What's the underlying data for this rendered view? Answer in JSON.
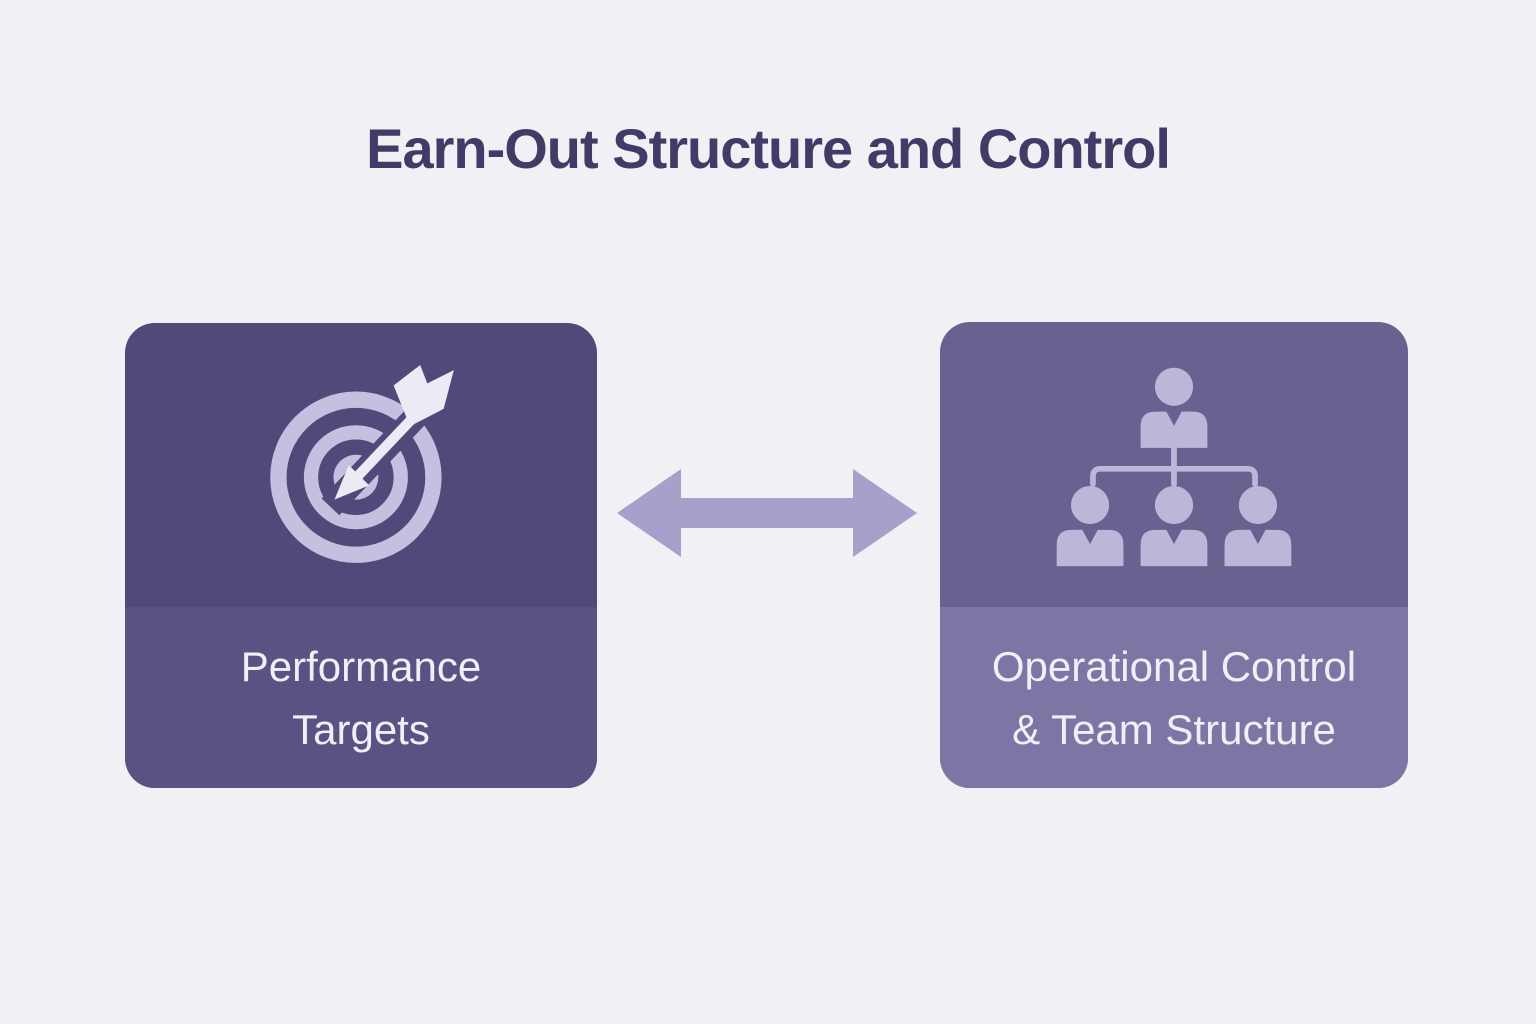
{
  "title": {
    "text": "Earn-Out Structure and Control"
  },
  "boxes": [
    {
      "id": "performance-targets",
      "label": "Performance Targets",
      "label_lines": [
        "Performance",
        "Targets"
      ],
      "icon": "target-arrow-icon"
    },
    {
      "id": "operational-control-team-structure",
      "label": "Operational Control & Team Structure",
      "label_lines": [
        "Operational Control",
        "& Team Structure"
      ],
      "icon": "org-chart-icon"
    }
  ],
  "connector": {
    "type": "double-headed-arrow",
    "direction": "horizontal"
  },
  "colors": {
    "page-bg": "#f2f0f5",
    "title-text": "#443a67",
    "card1-top": "#52487a",
    "card1-band": "#5b5182",
    "card2-top": "#6b6191",
    "card2-band": "#7e75a4",
    "label-text": "#f1eef8",
    "arrow": "#a89fcb",
    "icon-ring": "#c6bfdf",
    "icon-dart": "#edeaf6",
    "icon-people": "#beb6d9"
  }
}
